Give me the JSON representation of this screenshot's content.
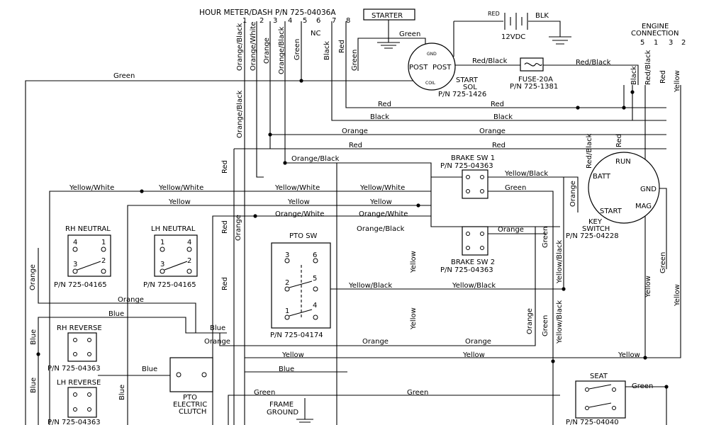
{
  "components": {
    "hour_meter": "HOUR METER/DASH P/N 725-04036A",
    "hour_meter_pins": [
      "1",
      "2",
      "3",
      "4",
      "5",
      "6",
      "7",
      "8"
    ],
    "hour_meter_nc": "NC",
    "starter": "STARTER",
    "battery_voltage": "12VDC",
    "battery_red": "RED",
    "battery_blk": "BLK",
    "engine_connection_1": "ENGINE",
    "engine_connection_2": "CONNECTION",
    "engine_pins": [
      "5",
      "1",
      "3",
      "2"
    ],
    "solenoid_post_left": "POST",
    "solenoid_post_right": "POST",
    "solenoid_gnd": "GND",
    "solenoid_coil": "COIL",
    "start_sol_1": "START",
    "start_sol_2": "SOL",
    "start_sol_pn": "P/N 725-1426",
    "fuse": "FUSE-20A",
    "fuse_pn": "P/N 725-1381",
    "brake_sw1": "BRAKE SW 1",
    "brake_sw1_pn": "P/N 725-04363",
    "brake_sw2": "BRAKE SW 2",
    "brake_sw2_pn": "P/N 725-04363",
    "key_run": "RUN",
    "key_batt": "BATT",
    "key_gnd": "GND",
    "key_mag": "MAG",
    "key_start": "START",
    "key_switch_1": "KEY",
    "key_switch_2": "SWITCH",
    "key_switch_pn": "P/N 725-04228",
    "rh_neutral": "RH NEUTRAL",
    "rh_neutral_pn": "P/N 725-04165",
    "lh_neutral": "LH NEUTRAL",
    "lh_neutral_pn": "P/N 725-04165",
    "pto_sw": "PTO SW",
    "pto_sw_pn": "P/N 725-04174",
    "pto_pins": [
      "3",
      "6",
      "2",
      "5",
      "1",
      "4"
    ],
    "neutral_pins_rh": [
      "4",
      "1",
      "3",
      "2"
    ],
    "neutral_pins_lh": [
      "1",
      "4",
      "3",
      "2"
    ],
    "rh_reverse": "RH REVERSE",
    "rh_reverse_pn": "P/N 725-04363",
    "lh_reverse": "LH REVERSE",
    "lh_reverse_pn": "P/N 725-04363",
    "pto_clutch_1": "PTO",
    "pto_clutch_2": "ELECTRIC",
    "pto_clutch_3": "CLUTCH",
    "frame_ground_1": "FRAME",
    "frame_ground_2": "GROUND",
    "seat": "SEAT",
    "seat_pn": "P/N 725-04040"
  },
  "wire_labels": {
    "green": "Green",
    "red": "Red",
    "black": "Black",
    "orange": "Orange",
    "yellow": "Yellow",
    "blue": "Blue",
    "orange_black": "Orange/Black",
    "orange_white": "Orange/White",
    "yellow_white": "Yellow/White",
    "yellow_black": "Yellow/Black",
    "red_black": "Red/Black",
    "red_lc": "Red",
    "blk": "Black"
  }
}
